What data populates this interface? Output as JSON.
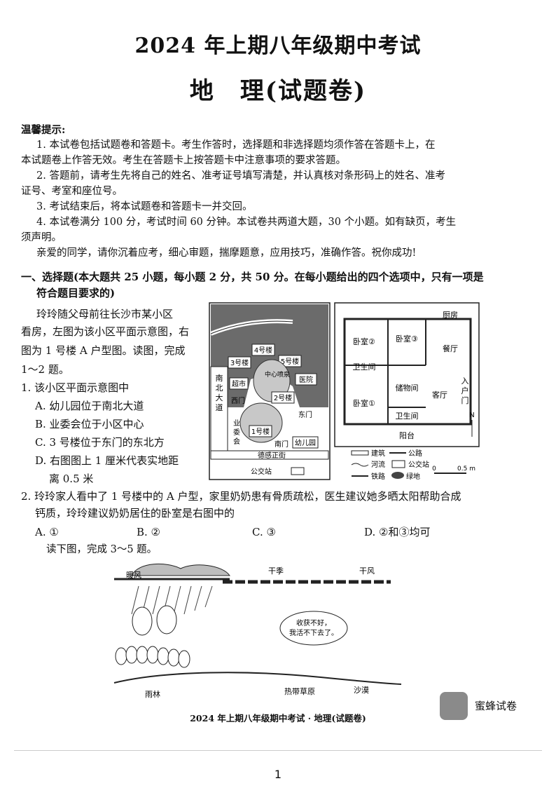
{
  "header": {
    "title": "2024 年上期八年级期中考试",
    "subtitle": "地　理(试题卷)"
  },
  "notice": {
    "heading": "温馨提示:",
    "lines": [
      "1. 本试卷包括试题卷和答题卡。考生作答时，选择题和非选择题均须作答在答题卡上，在",
      "本试题卷上作答无效。考生在答题卡上按答题卡中注意事项的要求答题。",
      "2. 答题前，请考生先将自己的姓名、准考证号填写清楚，并认真核对条形码上的姓名、准考",
      "证号、考室和座位号。",
      "3. 考试结束后，将本试题卷和答题卡一并交回。",
      "4. 本试卷满分 100 分，考试时间 60 分钟。本试卷共两道大题，30 个小题。如有缺页，考生",
      "须声明。",
      "亲爱的同学，请你沉着应考，细心审题，揣摩题意，应用技巧，准确作答。祝你成功!"
    ]
  },
  "section1": {
    "title_line1": "一、选择题(本大题共 25 小题，每小题 2 分，共 50 分。在每小题给出的四个选项中，只有一项是",
    "title_line2": "符合题目要求的)"
  },
  "intro": {
    "lines": [
      "玲玲随父母前往长沙市某小区",
      "看房，左图为该小区平面示意图，右",
      "图为 1 号楼 A 户型图。读图，完成",
      "1～2 题。"
    ]
  },
  "q1": {
    "stem": "1. 该小区平面示意图中",
    "options": [
      "A. 幼儿园位于南北大道",
      "B. 业委会位于小区中心",
      "C. 3 号楼位于东门的东北方",
      "D. 右图图上 1 厘米代表实地距"
    ],
    "option_d_cont": "离 0.5 米"
  },
  "map_labels": {
    "b4": "4号楼",
    "b3": "3号楼",
    "b5": "5号楼",
    "center": "中心喷泉",
    "hospital": "医院",
    "supermarket": "超市",
    "b2": "2号楼",
    "westgate": "西门",
    "road_ns": [
      "南",
      "北",
      "大",
      "道"
    ],
    "eastgate": "东门",
    "committee": [
      "业",
      "委",
      "会"
    ],
    "b1": "1号楼",
    "southgate": "南门",
    "kindergarten": "幼儿园",
    "street": "德感正街",
    "busstop": "公交站"
  },
  "plan_labels": {
    "kitchen": "厨房",
    "bed2": "卧室②",
    "bed3": "卧室③",
    "dining": "餐厅",
    "bath1": "卫生间",
    "storage": "储物间",
    "bed1": "卧室①",
    "living": "客厅",
    "bath2": "卫生间",
    "balcony": "阳台",
    "entrance": [
      "入",
      "户",
      "门"
    ],
    "north": "N"
  },
  "legend": {
    "building": "建筑",
    "road": "公路",
    "river": "河流",
    "bus": "公交站",
    "rail": "铁路",
    "green": "绿地",
    "scale0": "0",
    "scale1": "0.5 m"
  },
  "q2": {
    "line1": "2. 玲玲家人看中了 1 号楼中的 A 户型，家里奶奶患有骨质疏松，医生建议她多晒太阳帮助合成",
    "line2": "钙质，玲玲建议奶奶居住的卧室是右图中的",
    "options": [
      "A. ①",
      "B. ②",
      "C. ③",
      "D. ②和③均可"
    ]
  },
  "read": {
    "text": "读下图，完成 3～5 题。"
  },
  "savanna_fig": {
    "warm_wind": "暖风",
    "dry_season": "干季",
    "dry_wind": "干风",
    "bubble": [
      "收获不好，",
      "我活不下去了。"
    ],
    "rainforest": "雨林",
    "savanna": "热带草原",
    "desert": "沙漠"
  },
  "watermark": {
    "text": "蜜蜂试卷"
  },
  "footer": {
    "caption": "2024 年上期八年级期中考试 · 地理(试题卷)",
    "page": "1"
  }
}
